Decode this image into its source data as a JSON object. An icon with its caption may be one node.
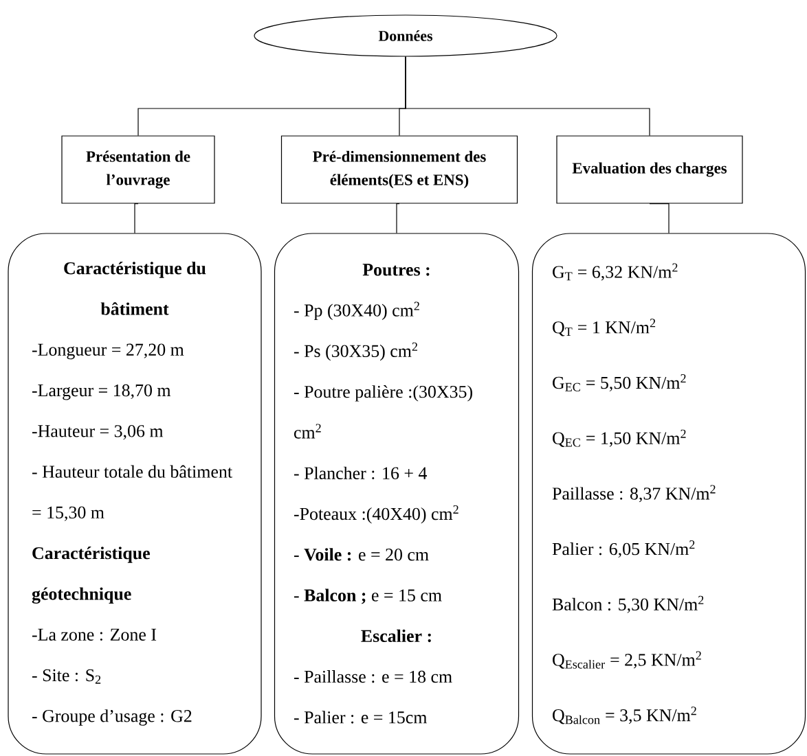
{
  "diagram": {
    "nodes": [
      {
        "text": [
          "Données"
        ]
      },
      {
        "text": [
          "Présentation de l’ouvrage"
        ]
      },
      {
        "text": [
          "Pré-dimensionnement des éléments(ES et ENS)"
        ]
      },
      {
        "text": [
          "Evaluation des charges"
        ]
      },
      {
        "text": [
          "Caractéristique du bâtiment",
          "-Longueur = 27,20 m",
          "-Largeur = 18,70 m",
          "-Hauteur = 3,06 m",
          "- Hauteur totale du bâtiment = 15,30 m",
          "Caractéristique géotechnique",
          "-La zone : Zone I",
          "- Site : S$_{2}$",
          "- Groupe d’usage : G2"
        ]
      },
      {
        "text": [
          "Poutres :",
          "- Pp (30X40) cm$^{2}$",
          "- Ps (30X35) cm$^{2}$",
          "- Poutre palière :(30X35) cm$^{2}$",
          "- Plancher : 16 + 4",
          "-Poteaux :(40X40) cm$^{2}$",
          "- **Voile :** e = 20 cm",
          "- **Balcon ;** e = 15 cm",
          "Escalier :",
          "- Paillasse : e = 18 cm",
          "- Palier : e = 15cm"
        ]
      },
      {
        "text": [
          "G$_{T}$ = 6,32 KN/m$^{2}$",
          "Q$_{T}$ = 1 KN/m$^{2}$",
          "G$_{EC}$ = 5,50 KN/m$^{2}$",
          "Q$_{EC}$ = 1,50 KN/m$^{2}$",
          "Paillasse : 8,37 KN/m$^{2}$",
          "Palier : 6,05 KN/m$^{2}$",
          "Balcon : 5,30 KN/m$^{2}$",
          "Q$_{Escalier}$ = 2,5 KN/m$^{2}$",
          "Q$_{Balcon}$ = 3,5 KN/m$^{2}$"
        ]
      }
    ],
    "edges": [
      {
        "from": 0,
        "to": 1,
        "arrow": "none"
      },
      {
        "from": 0,
        "to": 2,
        "arrow": "none"
      },
      {
        "from": 0,
        "to": 3,
        "arrow": "none"
      },
      {
        "from": 1,
        "to": 4,
        "arrow": "none"
      },
      {
        "from": 2,
        "to": 5,
        "arrow": "none"
      },
      {
        "from": 3,
        "to": 6,
        "arrow": "none"
      }
    ]
  }
}
